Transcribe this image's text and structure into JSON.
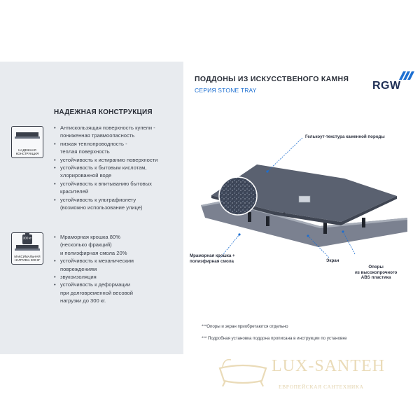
{
  "header": {
    "title": "ПОДДОНЫ ИЗ ИСКУССТВЕНОГО КАМНЯ",
    "subtitle": "СЕРИЯ STONE TRAY",
    "brand": "RGW"
  },
  "section": {
    "title": "НАДЕЖНАЯ КОНСТРУКЦИЯ",
    "badge1_label": "НАДЕЖНАЯ КОНСТРУКЦИЯ",
    "badge2_label": "МАКСИМАЛЬНАЯ НАГРУЗКА 300 КГ",
    "badge2_weight": "300 кг",
    "list1": [
      "Антискользящая поверхность купели -",
      "пониженная травмоопасность",
      "низкая теплопроводность -",
      "теплая поверхность",
      "устойчивость к истиранию поверхности",
      "устойчивость к бытовым кислотам,",
      "хлорированной воде",
      "устойчивость к впитыванию бытовых",
      "красителей",
      "устойчивость к ультрафиолету",
      "(возможно использование улице)"
    ],
    "list2": [
      "Мраморная крошка 80%",
      "(несколько фракций)",
      "и полиэфирная смола 20%",
      "устойчивость к механическим",
      "повреждениям",
      "звукоизоляция",
      "устойчивость к деформации",
      "при долговременной весовой",
      "нагрузки до 300 кг."
    ]
  },
  "callouts": {
    "gelcoat": "Гелькоут-текстура каменной породы",
    "marble": "Мраморная крошка +\nполиэфирная смола",
    "screen": "Экран",
    "supports": "Опоры\nиз высокопрочного\nABS пластика"
  },
  "footnotes": [
    "***Опоры и экран приобретаются отдельно",
    "*** Подробная установка поддона прописана в инструкции по установке"
  ],
  "watermark": {
    "name": "LUX-SANTEH",
    "tagline": "ЕВРОПЕЙСКАЯ САНТЕХНИКА"
  },
  "colors": {
    "accent": "#1d6fd1",
    "panel": "#e8ebef",
    "tray": "#5a6170"
  }
}
